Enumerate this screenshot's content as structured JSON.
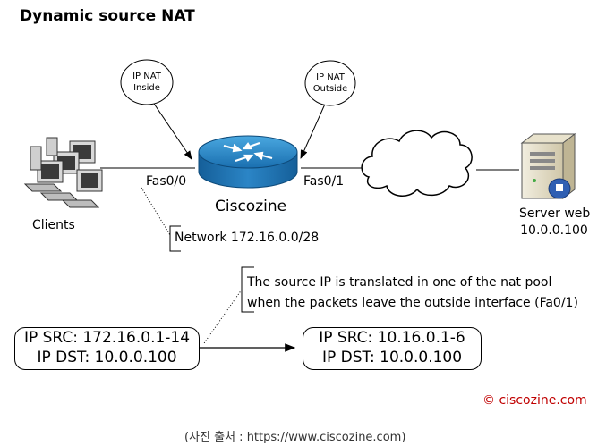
{
  "title": "Dynamic source NAT",
  "callouts": {
    "inside": [
      "IP NAT",
      "Inside"
    ],
    "outside": [
      "IP NAT",
      "Outside"
    ]
  },
  "labels": {
    "clients": "Clients",
    "router": "Ciscozine",
    "fas_inside": "Fas0/0",
    "fas_outside": "Fas0/1",
    "server_name": "Server web",
    "server_ip": "10.0.0.100",
    "network": "Network 172.16.0.0/28"
  },
  "note": {
    "line1": "The source IP is translated in one of the nat pool",
    "line2": "when the packets leave the outside interface (Fa0/1)"
  },
  "before_box": {
    "src": "IP SRC: 172.16.0.1-14",
    "dst": "IP DST: 10.0.0.100"
  },
  "after_box": {
    "src": "IP SRC: 10.16.0.1-6",
    "dst": "IP DST: 10.0.0.100"
  },
  "copyright": "© ciscozine.com",
  "source": "(사진 출처 : https://www.ciscozine.com)",
  "colors": {
    "router_blue": "#1f77b4",
    "copyright_red": "#c00000"
  }
}
